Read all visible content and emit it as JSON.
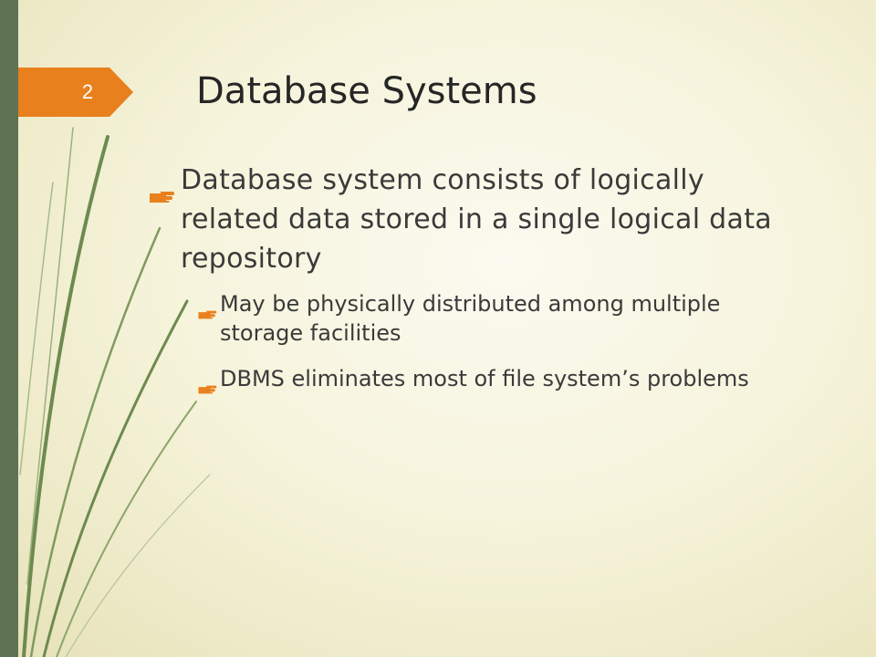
{
  "slide": {
    "number": "2",
    "title": "Database Systems",
    "bullets": [
      {
        "text": "Database system consists of logically related data stored in a single logical data repository",
        "sub_bullets": [
          "May be physically distributed among multiple storage facilities",
          "DBMS eliminates most of file system’s problems"
        ]
      }
    ]
  },
  "theme": {
    "accent": "#e8801e",
    "sidebar": "#5f7254",
    "grass": "#6d8a4f",
    "text": "#3a3a3a",
    "bullet_icon": "pointing-hand-icon"
  }
}
